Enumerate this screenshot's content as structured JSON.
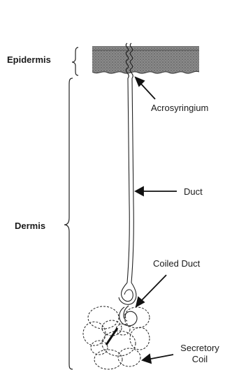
{
  "labels": {
    "epidermis": "Epidermis",
    "dermis": "Dermis",
    "acrosyringium": "Acrosyringium",
    "duct": "Duct",
    "coiled_duct": "Coiled Duct",
    "secretory_coil_line1": "Secretory",
    "secretory_coil_line2": "Coil"
  }
}
